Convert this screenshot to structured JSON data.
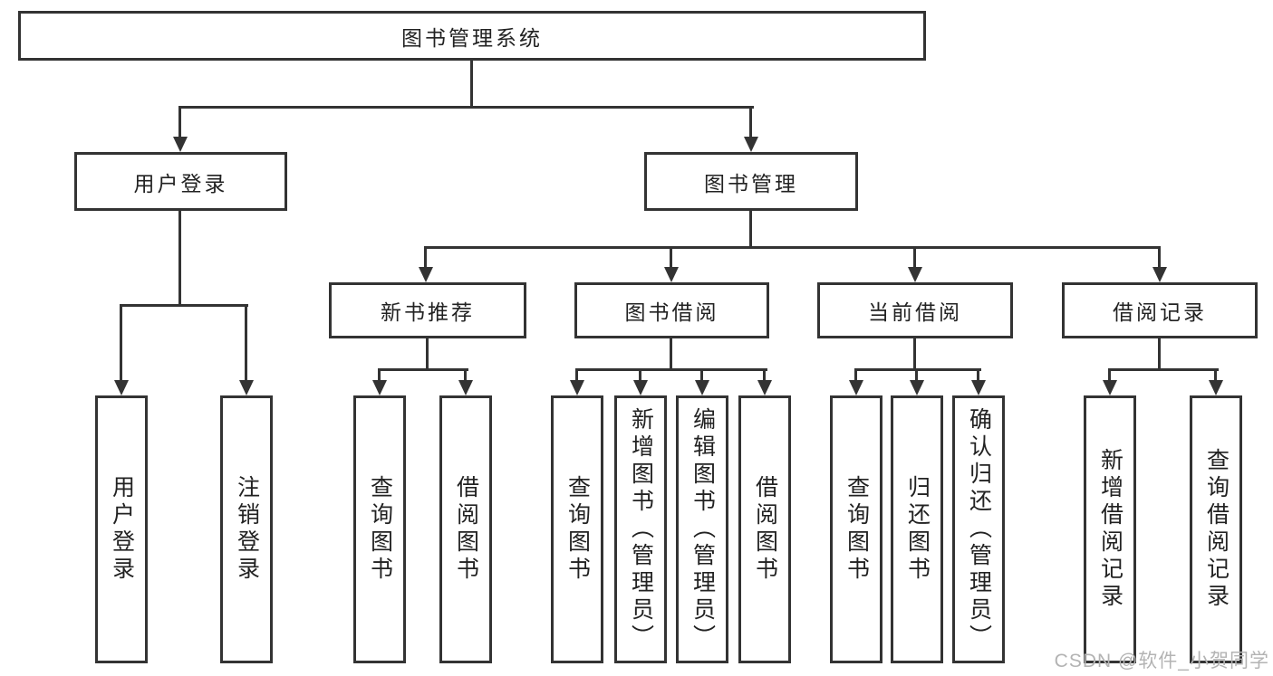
{
  "nodes": {
    "root": "图书管理系统",
    "level2": {
      "user_login": "用户登录",
      "book_management": "图书管理"
    },
    "level3": {
      "new_book_recommend": "新书推荐",
      "book_borrowing": "图书借阅",
      "current_borrowing": "当前借阅",
      "borrowing_records": "借阅记录"
    },
    "level4": {
      "login": "用户登录",
      "logout": "注销登录",
      "recommend_query_books": "查询图书",
      "recommend_borrow_books": "借阅图书",
      "borrowing_query_books": "查询图书",
      "borrowing_add_books": "新增图书（管理员）",
      "borrowing_edit_books": "编辑图书（管理员）",
      "borrowing_borrow_books": "借阅图书",
      "current_query_books": "查询图书",
      "current_return_books": "归还图书",
      "current_confirm_return": "确认归还（管理员）",
      "records_add_record": "新增借阅记录",
      "records_query_record": "查询借阅记录"
    }
  },
  "watermark": "CSDN @软件_小贺同学",
  "colors": {
    "line": "#333333",
    "box_border": "#333333",
    "text": "#222222",
    "watermark": "#b3b3b3",
    "background": "#ffffff"
  }
}
